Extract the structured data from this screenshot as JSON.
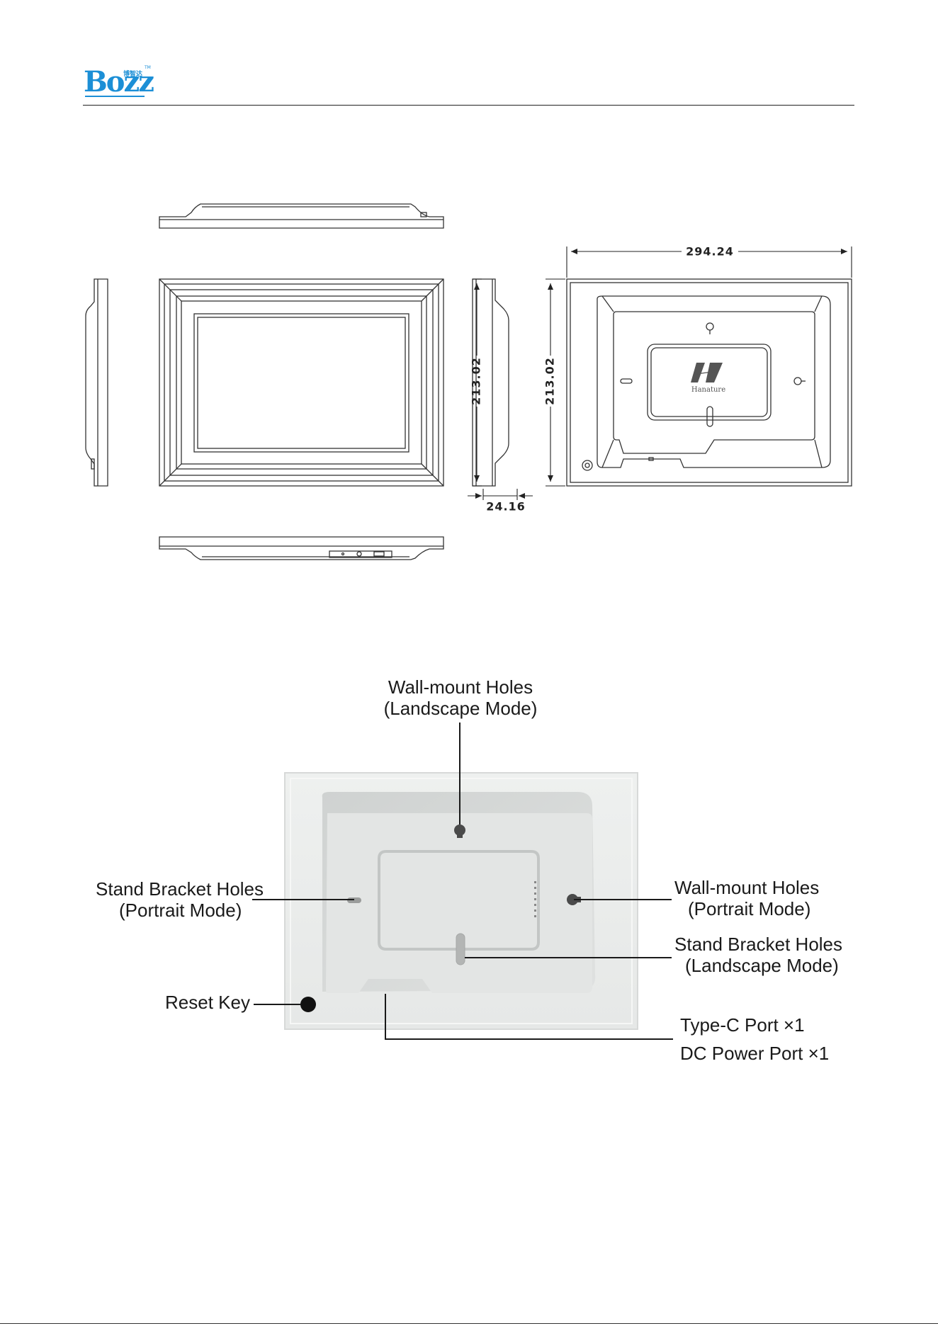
{
  "header": {
    "logo_text": "Bozz",
    "logo_cn": "博智达",
    "logo_tm": "TM"
  },
  "dimensions": {
    "width": "294.24",
    "height_side": "213.02",
    "height_back": "213.02",
    "depth": "24.16"
  },
  "back_logo_text": "Hanature",
  "callouts": {
    "wall_mount_landscape": [
      "Wall-mount Holes",
      "(Landscape Mode)"
    ],
    "stand_bracket_portrait": [
      "Stand Bracket Holes",
      "(Portrait Mode)"
    ],
    "wall_mount_portrait": [
      "Wall-mount Holes",
      "(Portrait Mode)"
    ],
    "stand_bracket_landscape": [
      "Stand Bracket Holes",
      "(Landscape Mode)"
    ],
    "reset_key": "Reset Key",
    "type_c_port": "Type-C Port ×1",
    "dc_power_port": "DC Power Port ×1"
  }
}
